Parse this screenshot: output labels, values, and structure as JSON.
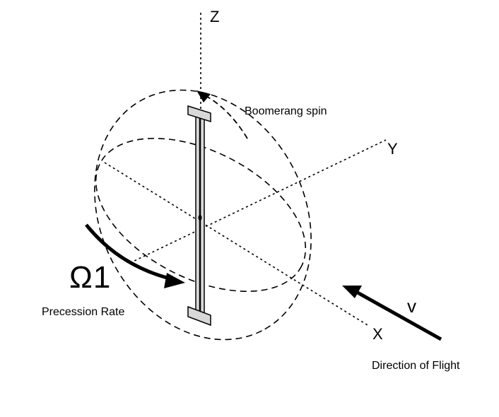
{
  "axes": {
    "z": "Z",
    "y": "Y",
    "x": "X"
  },
  "labels": {
    "spin": "Boomerang spin",
    "omega_symbol": "Ω1",
    "precession": "Precession Rate",
    "velocity": "v",
    "flight_direction": "Direction of Flight"
  },
  "colors": {
    "ink": "#000000",
    "blade_fill": "#d8d8d8"
  }
}
